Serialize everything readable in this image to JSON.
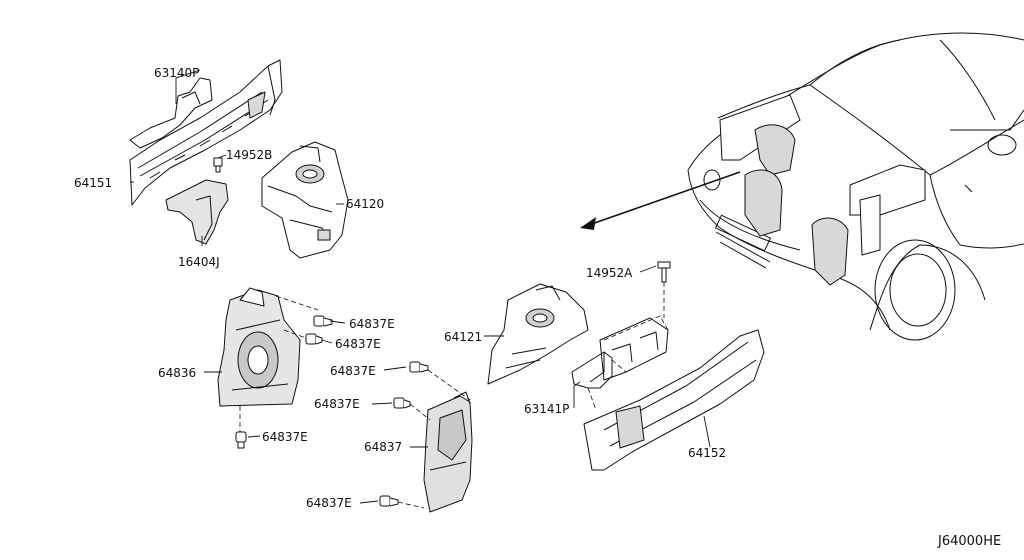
{
  "diagram_code": "J64000HE",
  "callouts": {
    "c63140P": "63140P",
    "c64151": "64151",
    "c14952B": "14952B",
    "c16404J": "16404J",
    "c64120": "64120",
    "c64837E_a": "64837E",
    "c64837E_b": "64837E",
    "c64836": "64836",
    "c64837E_c": "64837E",
    "c64837E_d": "64837E",
    "c64837E_e": "64837E",
    "c64837": "64837",
    "c64837E_f": "64837E",
    "c64121": "64121",
    "c14952A": "14952A",
    "c63141P": "63141P",
    "c64152": "64152"
  }
}
